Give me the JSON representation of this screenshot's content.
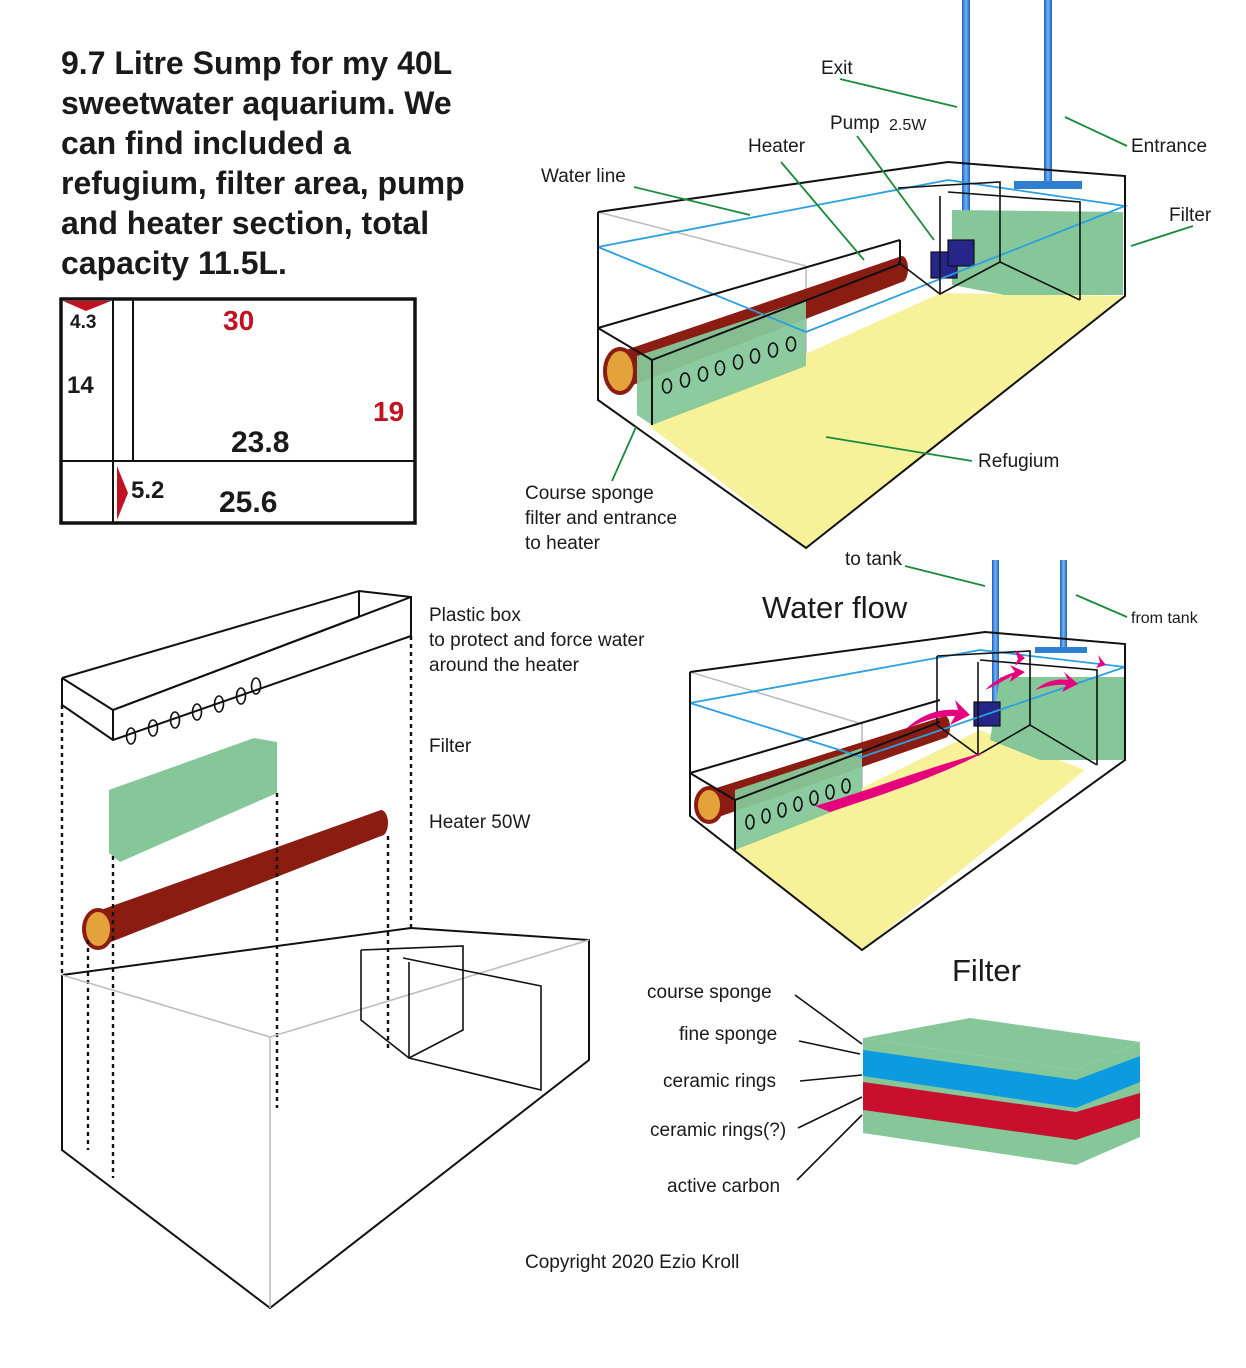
{
  "title_lines": [
    "9.7 Litre Sump for my 40L",
    "sweetwater aquarium. We",
    "can find included a",
    "refugium, filter area, pump",
    "and heater section, total",
    "capacity 11.5L."
  ],
  "dimensions": {
    "d_4_3": "4.3",
    "d_30": "30",
    "d_14": "14",
    "d_19": "19",
    "d_23_8": "23.8",
    "d_5_2": "5.2",
    "d_25_6": "25.6"
  },
  "main_diagram": {
    "exit": "Exit",
    "pump": "Pump",
    "pump_power": "2.5W",
    "heater": "Heater",
    "entrance": "Entrance",
    "water_line": "Water line",
    "filter": "Filter",
    "refugium": "Refugium",
    "sponge_lines": [
      "Course sponge",
      "filter and entrance",
      "to heater"
    ]
  },
  "exploded_view": {
    "plastic_box_lines": [
      "Plastic box",
      "to protect and force water",
      "around the heater"
    ],
    "filter": "Filter",
    "heater": "Heater 50W"
  },
  "water_flow": {
    "title": "Water flow",
    "to_tank": "to tank",
    "from_tank": "from tank"
  },
  "filter_detail": {
    "title": "Filter",
    "layers": [
      "course sponge",
      "fine sponge",
      "ceramic rings",
      "ceramic rings(?)",
      "active carbon"
    ]
  },
  "copyright": "Copyright 2020 Ezio Kroll",
  "colors": {
    "sponge_green": "#86c79a",
    "heater_red": "#8a1c12",
    "heater_end": "#e3a23a",
    "refugium_yellow": "#f7f199",
    "water_blue": "#2b9fe0",
    "pump_blue": "#26268a",
    "flow_magenta": "#e6007e",
    "dimension_red": "#c1121f",
    "fine_sponge_blue": "#0c9be0",
    "ceramic_red": "#c8102e",
    "pipe_blue": "#2e7fd0"
  }
}
